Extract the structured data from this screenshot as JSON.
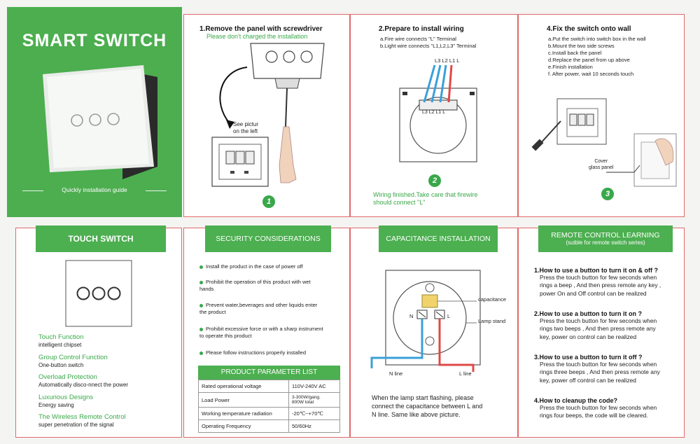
{
  "cover": {
    "title": "SMART SWITCH",
    "subtitle": "Quickly installation guide",
    "brand_color": "#3aa84a"
  },
  "step1": {
    "title": "1.Remove the panel with screwdriver",
    "subtitle": "Please don't charged the installation",
    "note": "See pictur\non the left",
    "badge": "1"
  },
  "step2": {
    "title": "2.Prepare to install wiring",
    "lines": [
      "a.Fire wire connects \"L\" Terminal",
      "b.Light wire connects \"L1,L2,L3\" Terminal"
    ],
    "terminals_top": "L3 L2 L1 L",
    "terminals_bottom": "L3 L2 L1 L",
    "note": "Wiring finished.Take care that firewire\nshould connect \"L\"",
    "badge": "2"
  },
  "step3": {
    "title": "4.Fix the switch onto wall",
    "lines": [
      "a.Put the switch into switch box in the wall",
      "b.Mount the two side screws",
      "c.Install back the panel",
      "d.Replace the panel from up above",
      "e.Finish installation",
      "f. After power, wait 10 seconds touch"
    ],
    "cover_label": "Cover\nglass panel",
    "badge": "3"
  },
  "touch": {
    "title": "TOUCH SWITCH",
    "features": [
      {
        "t": "Touch Function",
        "d": "intelligent chipset"
      },
      {
        "t": "Group Control Function",
        "d": "One-button switch"
      },
      {
        "t": "Overload Protection",
        "d": "Automatically disco-nnect the power"
      },
      {
        "t": "Luxurious Designs",
        "d": "Energy saving"
      },
      {
        "t": "The Wireless Remote Control",
        "d": "super penetration of the signal"
      }
    ]
  },
  "security": {
    "title": "SECURITY CONSIDERATIONS",
    "items": [
      "Install the product in the case of power off",
      "Prohibit the operation of this product with wet\nhands",
      "Prevent water,beverages and other liquids enter\nthe product",
      "Prohibit excessive force or with a sharp instrument\nto operate this product",
      "Please follow instructions properly installed"
    ],
    "param_title": "PRODUCT PARAMETER LIST",
    "params": [
      {
        "k": "Rated operational voltage",
        "v": "110V-240V AC"
      },
      {
        "k": "Load Power",
        "v": "3-300W/gang.\n800W total"
      },
      {
        "k": "Working temperature radiation",
        "v": "-20℃~+70℃"
      },
      {
        "k": "Operating Frequency",
        "v": "50/60Hz"
      }
    ]
  },
  "capacitance": {
    "title": "CAPACITANCE INSTALLATION",
    "label_cap": "capacitance",
    "label_lamp": "Lamp stand",
    "label_n": "N",
    "label_l": "L",
    "n_line": "N line",
    "l_line": "L line",
    "note": "When the lamp start flashing, please\nconnect the capacitance between L and\nN line. Same like above picture."
  },
  "remote": {
    "title": "REMOTE CONTROL LEARNING",
    "subtitle": "(sutble for remote switch series)",
    "faq": [
      {
        "q": "1.How to use a button to turn it on & off ?",
        "a": "Press the touch button for few seconds when\nrings a beep , And then press remote any key ,\npower On and Off control can be realized"
      },
      {
        "q": "2.How to use a button to turn it on ?",
        "a": "Press the touch button for few seconds when\nrings two beeps , And then press remote any\nkey, power on control can be realized"
      },
      {
        "q": "3.How to use a button to turn it off ?",
        "a": "Press the touch button for few seconds when\nrings three beeps , And then press remote any\nkey, power off control can be realized"
      },
      {
        "q": "4.How to cleanup the code?",
        "a": "Press the touch button for few seconds when\nrings four beeps, the code will be cleared."
      }
    ]
  }
}
